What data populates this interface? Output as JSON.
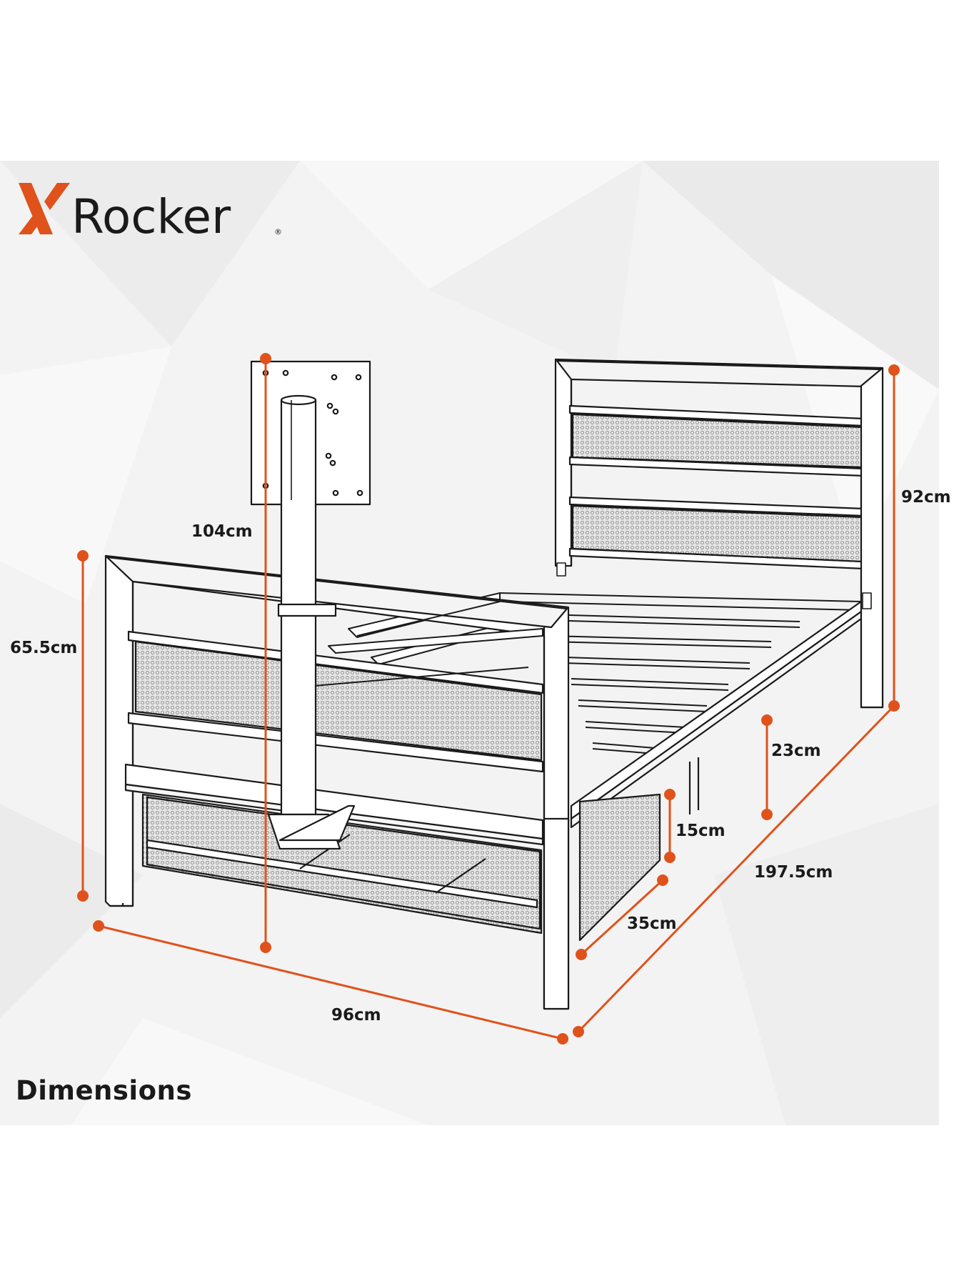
{
  "brand": {
    "name_prefix": "X",
    "name_rest": "Rocker",
    "registered": "®",
    "accent_color": "#e0521b"
  },
  "dimensions": {
    "tv_mount_height": "104cm",
    "footboard_height": "65.5cm",
    "headboard_height": "92cm",
    "leg_clearance": "23cm",
    "drawer_height": "15cm",
    "drawer_depth": "35cm",
    "length": "197.5cm",
    "width": "96cm"
  },
  "caption": "Dimensions",
  "colors": {
    "measure": "#e0521b",
    "line": "#1a1a1a",
    "panel_bg": "#f3f3f3"
  }
}
